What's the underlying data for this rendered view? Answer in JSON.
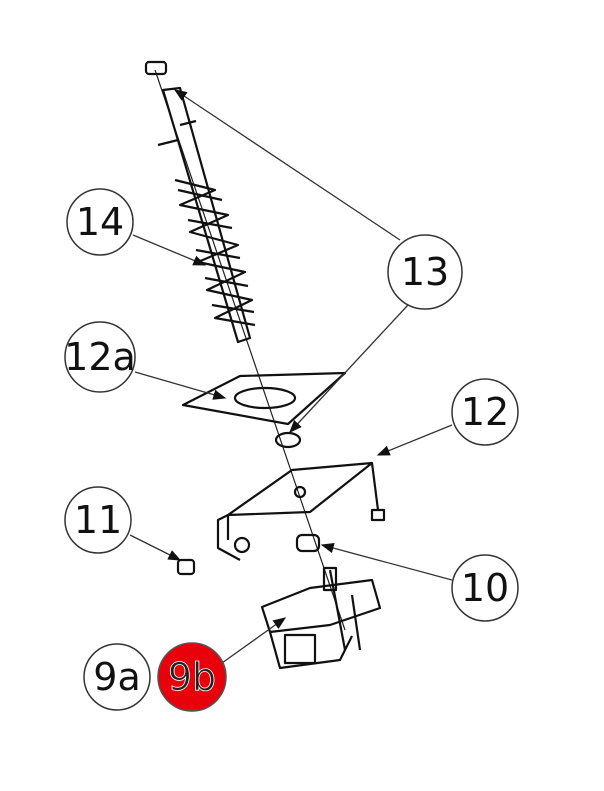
{
  "diagram": {
    "callouts": {
      "c14": "14",
      "c13": "13",
      "c12a": "12a",
      "c12": "12",
      "c11": "11",
      "c10": "10",
      "c9a": "9a",
      "c9b": "9b"
    },
    "highlight_color": "#e8000b"
  }
}
